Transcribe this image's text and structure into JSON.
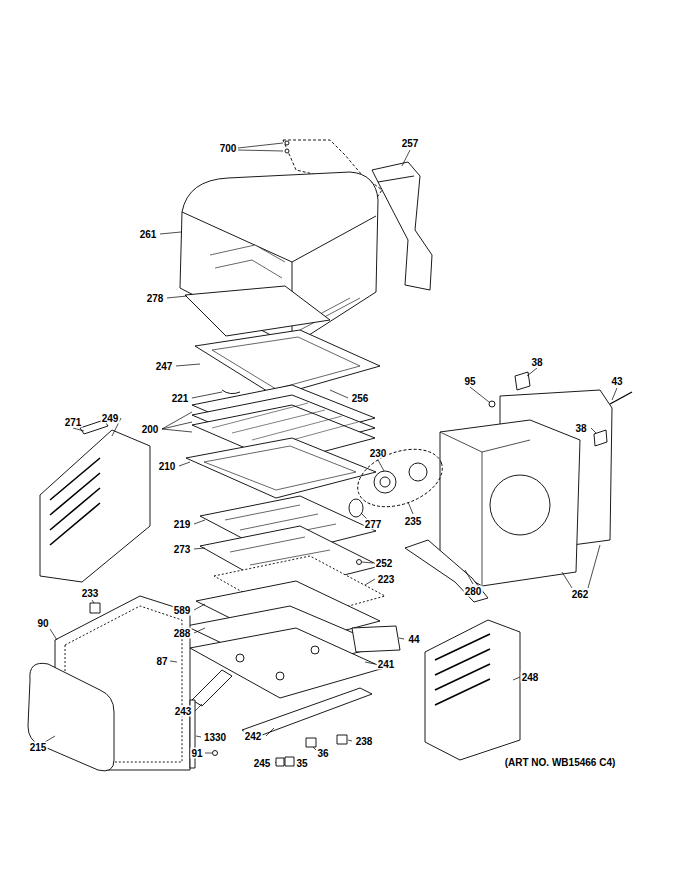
{
  "diagram": {
    "labels": [
      "700",
      "257",
      "261",
      "278",
      "247",
      "221",
      "256",
      "38",
      "43",
      "95",
      "38",
      "200",
      "271",
      "249",
      "230",
      "210",
      "235",
      "219",
      "277",
      "273",
      "252",
      "223",
      "280",
      "262",
      "233",
      "589",
      "90",
      "44",
      "288",
      "87",
      "241",
      "248",
      "243",
      "1330",
      "242",
      "238",
      "215",
      "91",
      "36",
      "245",
      "35",
      "(ART NO. WB15466 C4)"
    ]
  }
}
